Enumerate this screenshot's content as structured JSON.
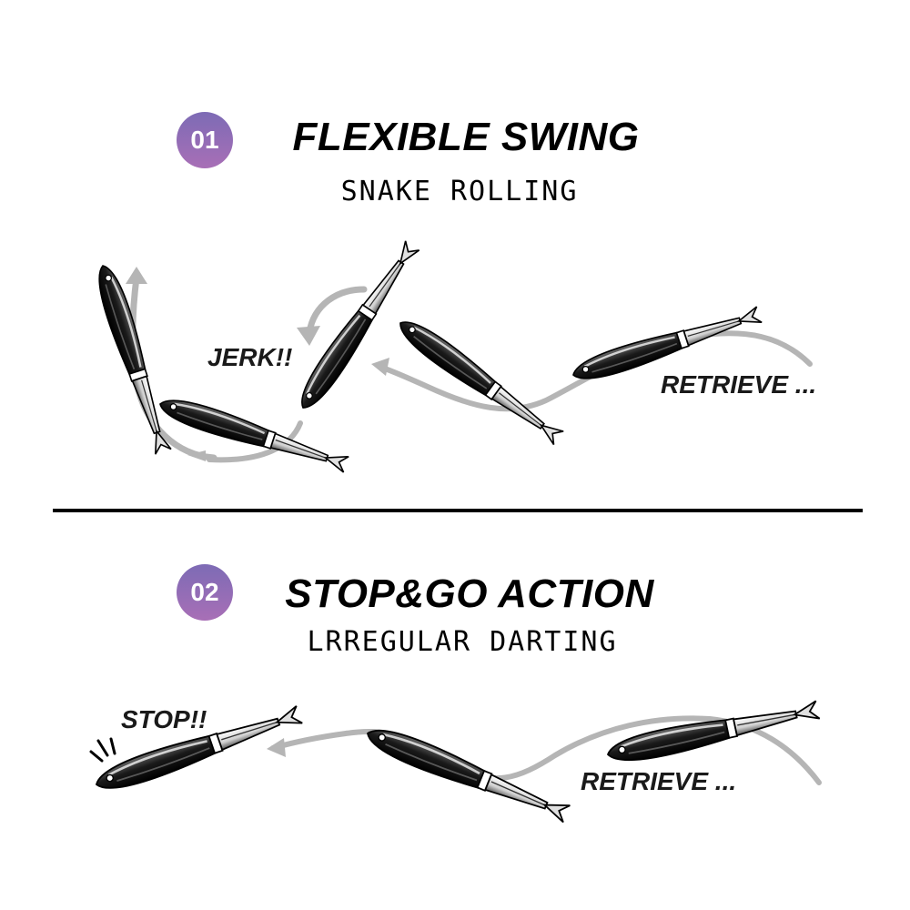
{
  "colors": {
    "badge_top": "#7d6bb5",
    "badge_bottom": "#a86fb6",
    "arrow": "#b5b5b5",
    "ink": "#000000"
  },
  "sections": [
    {
      "number": "01",
      "title": "FLEXIBLE SWING",
      "subtitle": "SNAKE ROLLING",
      "captions": [
        "JERK!!",
        "RETRIEVE ..."
      ]
    },
    {
      "number": "02",
      "title": "STOP&GO ACTION",
      "subtitle": "LRREGULAR DARTING",
      "captions": [
        "STOP!!",
        "RETRIEVE ..."
      ]
    }
  ],
  "icons": [
    "jointed-fishing-lure-icon",
    "motion-arrow-icon",
    "impact-lines-icon"
  ]
}
